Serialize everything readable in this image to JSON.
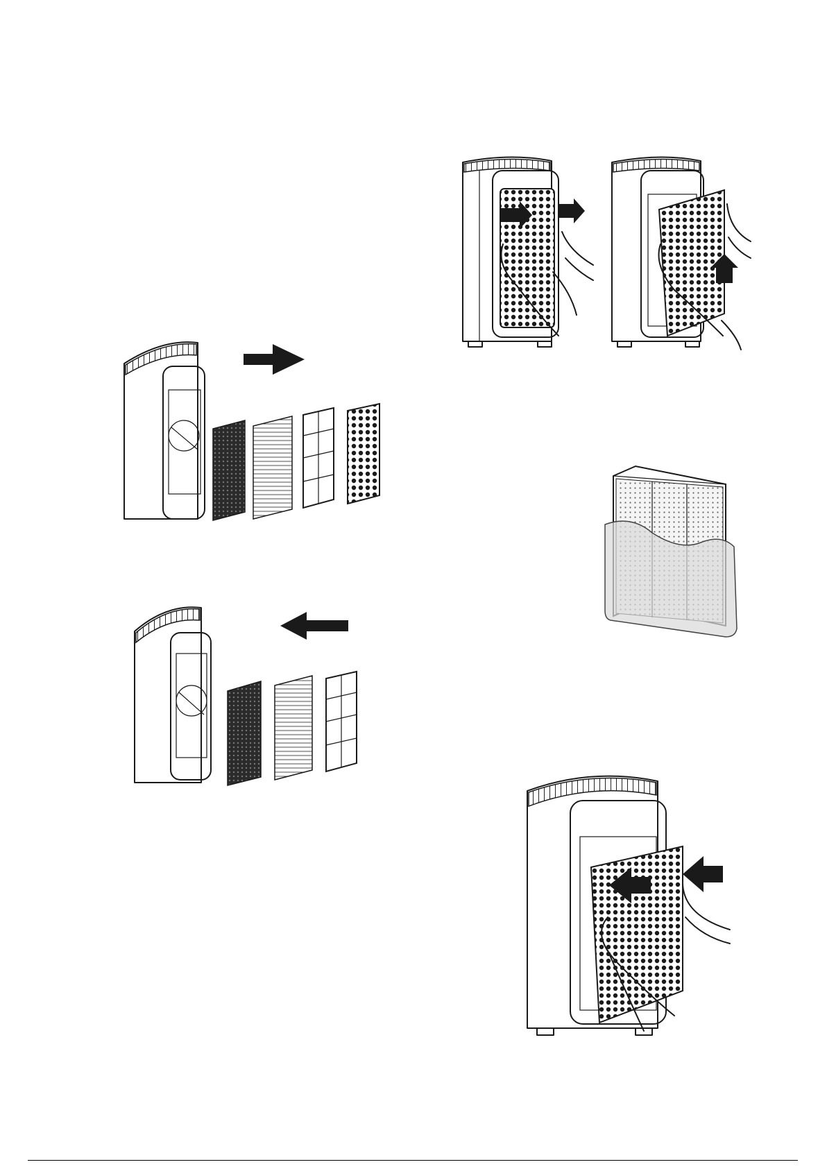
{
  "document": {
    "type": "instruction-manual-page",
    "figures": [
      {
        "id": "remove-front-cover",
        "icons": [
          "purifier",
          "hand",
          "arrow-right-icon"
        ]
      },
      {
        "id": "lift-front-cover",
        "icons": [
          "purifier",
          "hand",
          "arrow-up-icon"
        ]
      },
      {
        "id": "remove-filters",
        "icons": [
          "purifier",
          "filter-layers",
          "arrow-right-icon"
        ]
      },
      {
        "id": "filter-in-packaging",
        "icons": [
          "filter",
          "plastic-bag"
        ]
      },
      {
        "id": "insert-filters",
        "icons": [
          "purifier",
          "filter-layers",
          "arrow-left-icon"
        ]
      },
      {
        "id": "attach-front-cover",
        "icons": [
          "purifier",
          "hand",
          "arrow-left-icon"
        ]
      }
    ]
  },
  "colors": {
    "line": "#1a1a1a",
    "fill_dark": "#2a2a2a",
    "bag": "#d9d9d9",
    "paper": "#ffffff"
  }
}
